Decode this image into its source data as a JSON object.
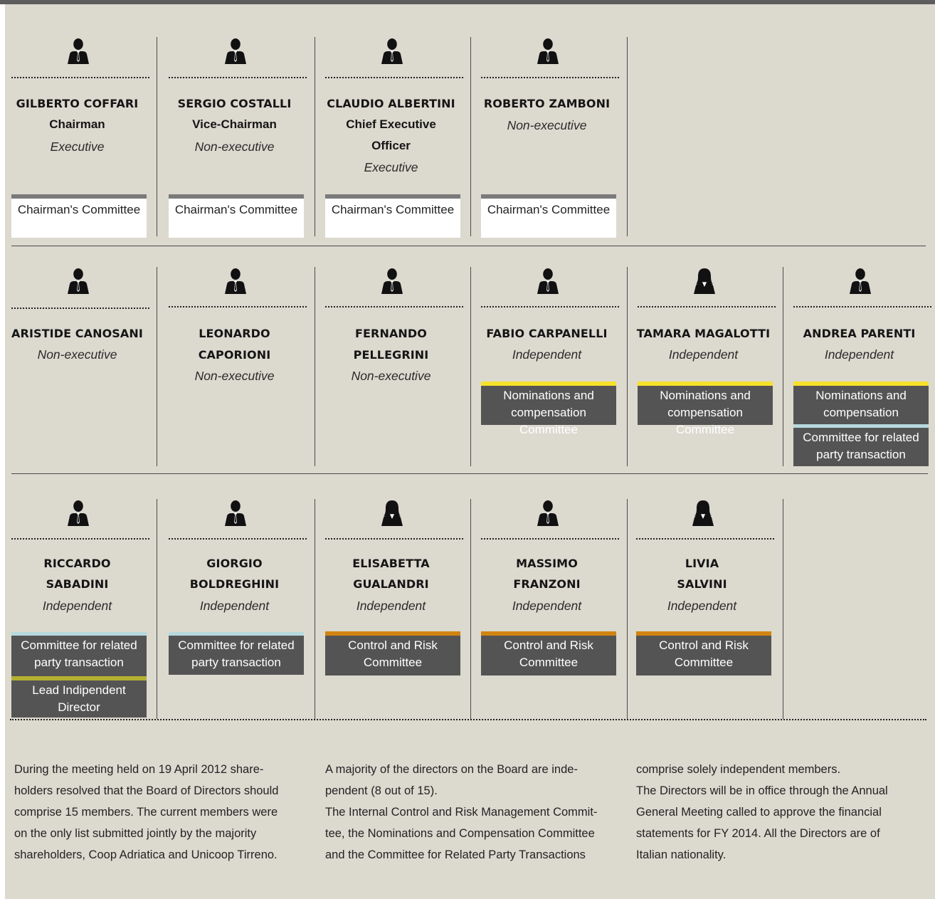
{
  "directors_row1": [
    {
      "name": "GILBERTO COFFARI",
      "role": "Chairman",
      "type": "Executive",
      "committee": "Chairman's Committee"
    },
    {
      "name": "SERGIO COSTALLI",
      "role": "Vice-Chairman",
      "type": "Non-executive",
      "committee": "Chairman's Committee"
    },
    {
      "name_l1": "CLAUDIO ALBERTINI",
      "role_l1": "Chief Executive",
      "role_l2": "Officer",
      "type": "Executive",
      "committee": "Chairman's Committee"
    },
    {
      "name": "ROBERTO ZAMBONI",
      "type": "Non-executive",
      "committee": "Chairman's Committee"
    }
  ],
  "directors_row2": [
    {
      "name": "ARISTIDE CANOSANI",
      "type": "Non-executive"
    },
    {
      "name_l1": "LEONARDO",
      "name_l2": "CAPORIONI",
      "type": "Non-executive"
    },
    {
      "name_l1": "FERNANDO",
      "name_l2": "PELLEGRINI",
      "type": "Non-executive"
    },
    {
      "name": "FABIO CARPANELLI",
      "type": "Independent",
      "committee": "Nominations and compensation Committee"
    },
    {
      "name": "TAMARA MAGALOTTI",
      "type": "Independent",
      "committee": "Nominations and compensation Committee"
    },
    {
      "name": "ANDREA PARENTI",
      "type": "Independent",
      "committee": "Nominations and compensation Committee",
      "committee2": "Committee for related party transaction"
    }
  ],
  "directors_row3": [
    {
      "name_l1": "RICCARDO",
      "name_l2": "SABADINI",
      "type": "Independent",
      "committee": "Committee for related party transaction",
      "committee2": "Lead Indipendent Director"
    },
    {
      "name_l1": "GIORGIO",
      "name_l2": "BOLDREGHINI",
      "type": "Independent",
      "committee": "Committee for related party transaction"
    },
    {
      "name_l1": "ELISABETTA",
      "name_l2": "GUALANDRI",
      "type": "Independent",
      "committee": "Control and Risk Committee"
    },
    {
      "name_l1": "MASSIMO",
      "name_l2": "FRANZONI",
      "type": "Independent",
      "committee": "Control and Risk Committee"
    },
    {
      "name_l1": "LIVIA",
      "name_l2": "SALVINI",
      "type": "Independent",
      "committee": "Control and Risk Committee"
    }
  ],
  "notes": {
    "col1": "During the meeting held on 19 April 2012 share-\nholders resolved that the Board of Directors should\ncomprise 15 members. The current members were\non the only list submitted jointly by the majority\nshareholders, Coop Adriatica and Unicoop Tirreno.",
    "col2": "A majority of the directors on the Board are inde-\npendent (8 out of 15).\nThe Internal Control and Risk Management Commit-\ntee, the Nominations and Compensation Committee\nand the Committee for Related Party Transactions",
    "col3": "comprise solely independent members.\nThe Directors will be in office through the Annual\nGeneral Meeting called to approve the financial\nstatements for FY 2014. All the Directors are of\nItalian nationality."
  },
  "icons": {
    "male": "male-person-icon",
    "female": "female-person-icon"
  },
  "colors": {
    "background": "#dcd9cf",
    "nominations": "#f6e12b",
    "related_party": "#b6d9dc",
    "lead_director": "#b4b032",
    "control_risk": "#d18412",
    "dark_box": "#545454"
  }
}
